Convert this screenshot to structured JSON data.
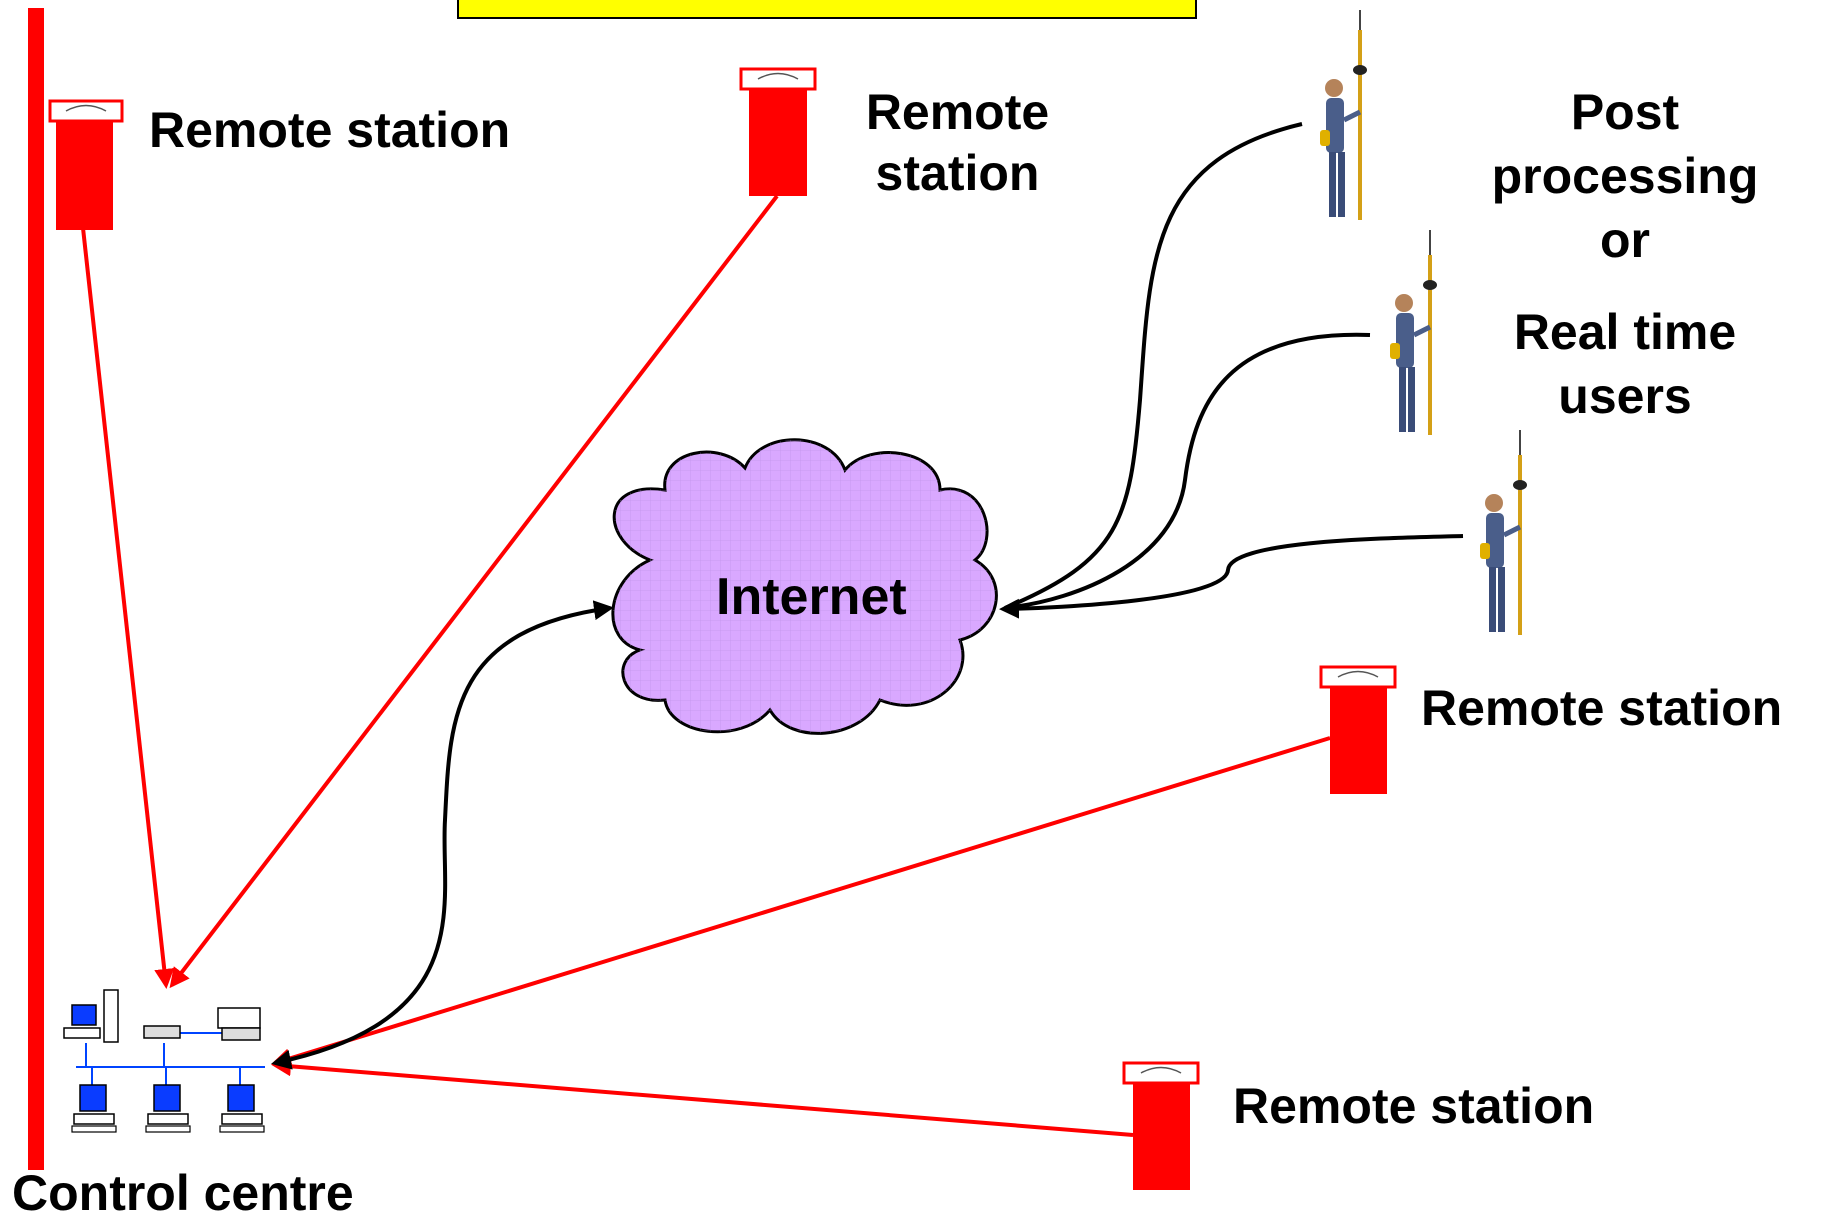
{
  "colors": {
    "station_red": "#ff0000",
    "link_red": "#ff0000",
    "link_black": "#000000",
    "cloud_fill": "#d9a8ff",
    "banner_fill": "#ffff00",
    "network_blue": "#0044ff"
  },
  "labels": {
    "remote_station_1": "Remote station",
    "remote_station_2_line1": "Remote",
    "remote_station_2_line2": "station",
    "remote_station_3": "Remote station",
    "remote_station_4": "Remote station",
    "internet": "Internet",
    "users_line1": "Post",
    "users_line2": "processing",
    "users_line3": "or",
    "users_line4": "Real time",
    "users_line5": "users",
    "control_centre": "Control centre"
  },
  "icons": [
    "gnss-antenna-icon",
    "surveyor-rover-icon",
    "computer-icon",
    "printer-icon",
    "hub-icon",
    "cloud-icon"
  ]
}
